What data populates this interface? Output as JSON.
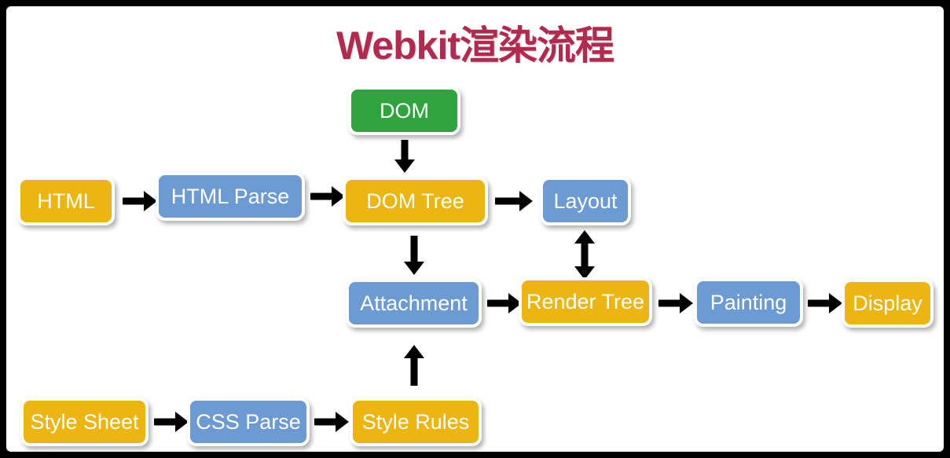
{
  "diagram": {
    "title": "Webkit渲染流程",
    "title_color": "#b22a4e",
    "background": "#ffffff",
    "frame_color": "#000000",
    "palette": {
      "amber": "#edb511",
      "blue": "#6b9bd2",
      "green": "#2ea33e",
      "arrow": "#000000",
      "node_border": "#ffffff",
      "node_text": "#ffffff"
    },
    "nodes": [
      {
        "id": "dom",
        "label": "DOM",
        "color": "green"
      },
      {
        "id": "html",
        "label": "HTML",
        "color": "amber"
      },
      {
        "id": "html-parse",
        "label": "HTML Parse",
        "color": "blue"
      },
      {
        "id": "dom-tree",
        "label": "DOM Tree",
        "color": "amber"
      },
      {
        "id": "layout",
        "label": "Layout",
        "color": "blue"
      },
      {
        "id": "attachment",
        "label": "Attachment",
        "color": "blue"
      },
      {
        "id": "render-tree",
        "label": "Render Tree",
        "color": "amber"
      },
      {
        "id": "painting",
        "label": "Painting",
        "color": "blue"
      },
      {
        "id": "display",
        "label": "Display",
        "color": "amber"
      },
      {
        "id": "style-sheet",
        "label": "Style Sheet",
        "color": "amber"
      },
      {
        "id": "css-parse",
        "label": "CSS Parse",
        "color": "blue"
      },
      {
        "id": "style-rules",
        "label": "Style Rules",
        "color": "amber"
      }
    ],
    "edges": [
      {
        "id": "dom-to-dom-tree",
        "from": "dom",
        "to": "dom-tree",
        "direction": "down"
      },
      {
        "id": "html-to-html-parse",
        "from": "html",
        "to": "html-parse",
        "direction": "right"
      },
      {
        "id": "html-parse-to-dom-tree",
        "from": "html-parse",
        "to": "dom-tree",
        "direction": "right"
      },
      {
        "id": "dom-tree-to-layout",
        "from": "dom-tree",
        "to": "layout",
        "direction": "right"
      },
      {
        "id": "dom-tree-to-attachment",
        "from": "dom-tree",
        "to": "attachment",
        "direction": "down"
      },
      {
        "id": "layout-render-tree",
        "from": "layout",
        "to": "render-tree",
        "direction": "both-vertical"
      },
      {
        "id": "attachment-to-render-tree",
        "from": "attachment",
        "to": "render-tree",
        "direction": "right"
      },
      {
        "id": "render-tree-to-painting",
        "from": "render-tree",
        "to": "painting",
        "direction": "right"
      },
      {
        "id": "painting-to-display",
        "from": "painting",
        "to": "display",
        "direction": "right"
      },
      {
        "id": "style-sheet-to-css-parse",
        "from": "style-sheet",
        "to": "css-parse",
        "direction": "right"
      },
      {
        "id": "css-parse-to-style-rules",
        "from": "css-parse",
        "to": "style-rules",
        "direction": "right"
      },
      {
        "id": "style-rules-to-attachment",
        "from": "style-rules",
        "to": "attachment",
        "direction": "up"
      }
    ]
  }
}
